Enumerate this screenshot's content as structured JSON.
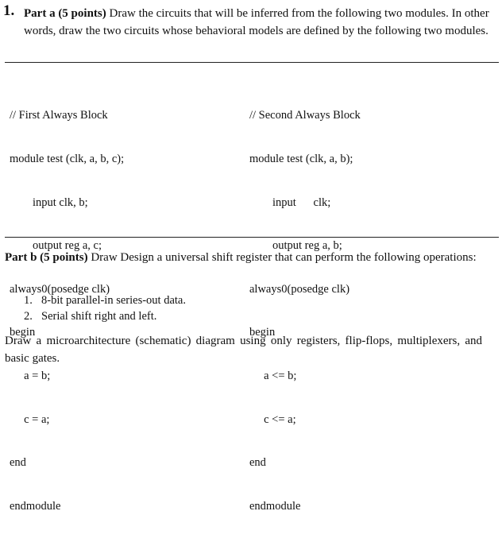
{
  "question": {
    "number": "1.",
    "part_a": {
      "label": "Part a (5 points)",
      "text": " Draw the circuits that will be inferred from the following two modules. In other words, draw the two circuits whose behavioral models are defined by the following two modules."
    },
    "code_blocks": [
      {
        "lines": [
          "// First Always Block",
          "module test (clk, a, b, c);",
          "        input clk, b;",
          "        output reg a, c;",
          "always0(posedge clk)",
          "begin",
          "     a = b;",
          "     c = a;",
          "end",
          "endmodule"
        ]
      },
      {
        "lines": [
          "// Second Always Block",
          "module test (clk, a, b);",
          "        input      clk;",
          "        output reg a, b;",
          "always0(posedge clk)",
          "begin",
          "     a <= b;",
          "     c <= a;",
          "end",
          "endmodule"
        ]
      }
    ],
    "part_b": {
      "label": "Part b (5 points)",
      "text": " Draw Design a universal shift register that can perform the following operations:",
      "items": [
        {
          "num": "1.",
          "text": "8-bit parallel-in series-out data."
        },
        {
          "num": "2.",
          "text": "Serial shift right and left."
        }
      ],
      "final": "Draw a microarchitecture (schematic) diagram using only registers, flip-flops, multiplexers, and basic gates."
    }
  }
}
